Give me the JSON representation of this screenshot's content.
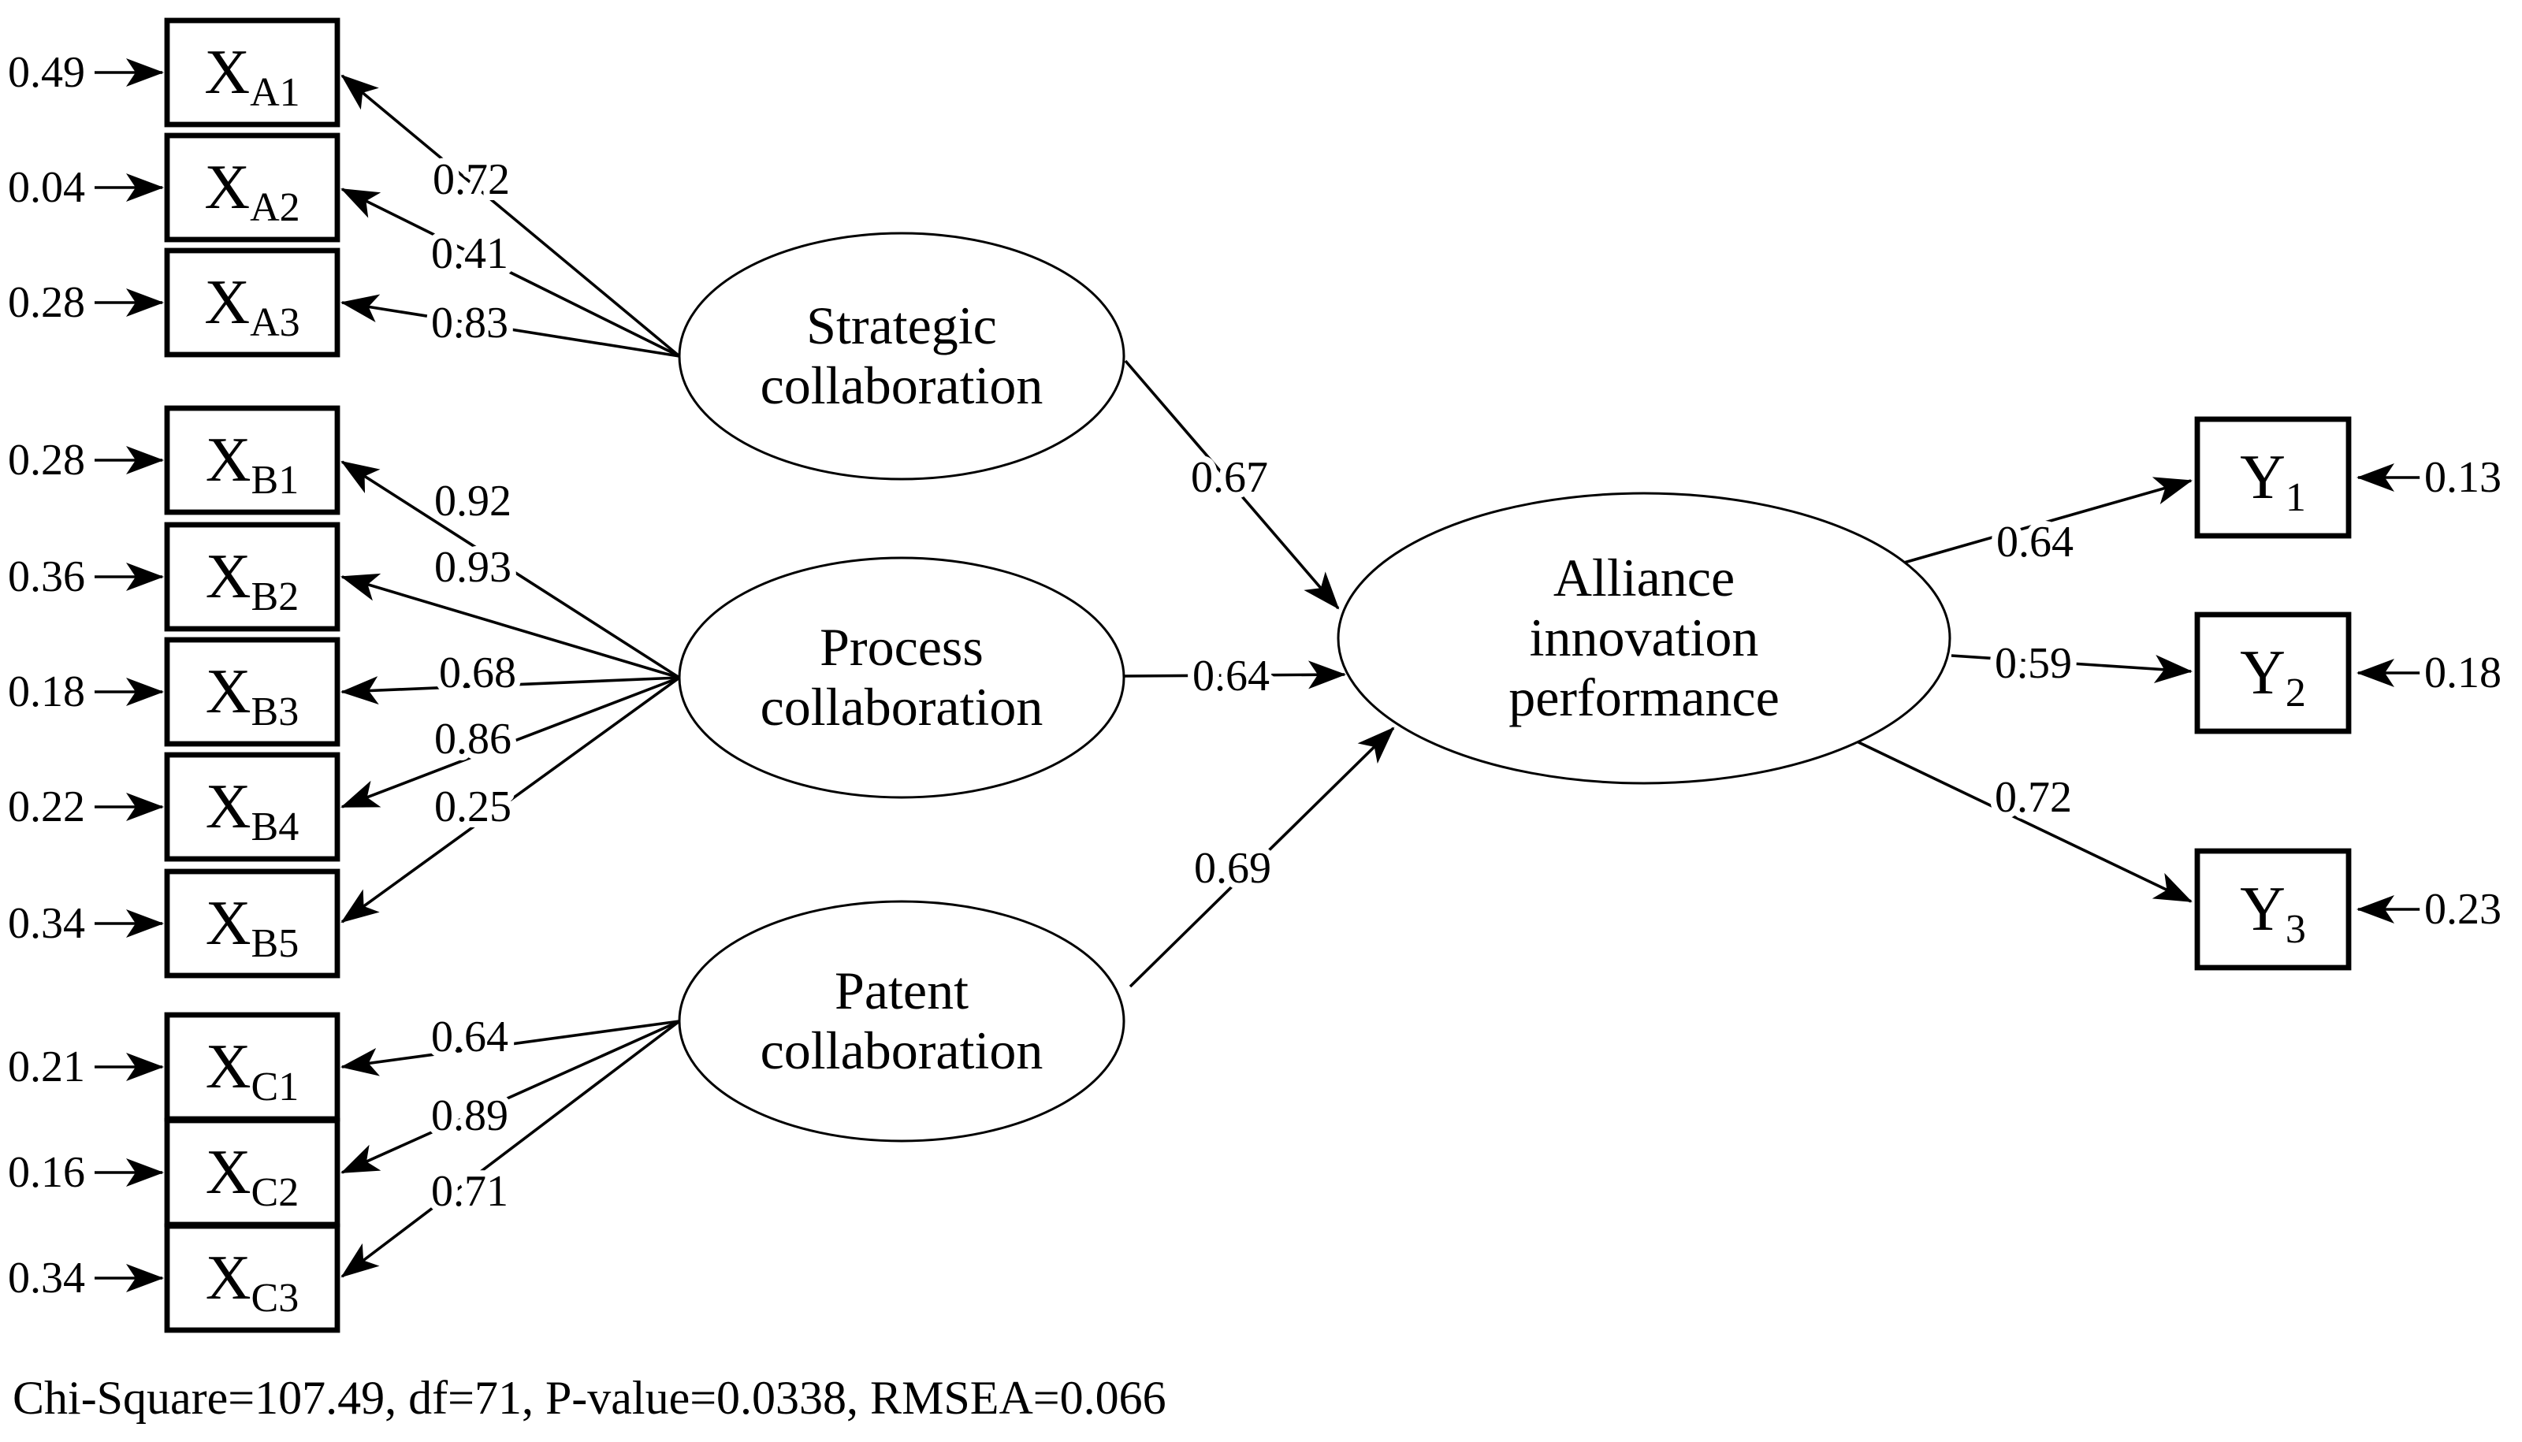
{
  "figure": {
    "caption": "Chi-Square=107.49, df=71, P-value=0.0338, RMSEA=0.066"
  },
  "latents": {
    "strategic": {
      "line1": "Strategic",
      "line2": "collaboration"
    },
    "process": {
      "line1": "Process",
      "line2": "collaboration"
    },
    "patent": {
      "line1": "Patent",
      "line2": "collaboration"
    },
    "alliance": {
      "line1": "Alliance",
      "line2": "innovation",
      "line3": "performance"
    }
  },
  "paths": {
    "strategic_to_alliance": "0.67",
    "process_to_alliance": "0.64",
    "patent_to_alliance": "0.69"
  },
  "indicators": {
    "xa": [
      {
        "base": "X",
        "sub": "A1",
        "error": "0.49",
        "loading": "0.72"
      },
      {
        "base": "X",
        "sub": "A2",
        "error": "0.04",
        "loading": "0.41"
      },
      {
        "base": "X",
        "sub": "A3",
        "error": "0.28",
        "loading": "0.83"
      }
    ],
    "xb": [
      {
        "base": "X",
        "sub": "B1",
        "error": "0.28",
        "loading": "0.92"
      },
      {
        "base": "X",
        "sub": "B2",
        "error": "0.36",
        "loading": "0.93"
      },
      {
        "base": "X",
        "sub": "B3",
        "error": "0.18",
        "loading": "0.68"
      },
      {
        "base": "X",
        "sub": "B4",
        "error": "0.22",
        "loading": "0.86"
      },
      {
        "base": "X",
        "sub": "B5",
        "error": "0.34",
        "loading": "0.25"
      }
    ],
    "xc": [
      {
        "base": "X",
        "sub": "C1",
        "error": "0.21",
        "loading": "0.64"
      },
      {
        "base": "X",
        "sub": "C2",
        "error": "0.16",
        "loading": "0.89"
      },
      {
        "base": "X",
        "sub": "C3",
        "error": "0.34",
        "loading": "0.71"
      }
    ],
    "y": [
      {
        "base": "Y",
        "sub": "1",
        "error": "0.13",
        "loading": "0.64"
      },
      {
        "base": "Y",
        "sub": "2",
        "error": "0.18",
        "loading": "0.59"
      },
      {
        "base": "Y",
        "sub": "3",
        "error": "0.23",
        "loading": "0.72"
      }
    ]
  },
  "colors": {
    "ink": "#000000",
    "background": "#ffffff"
  }
}
